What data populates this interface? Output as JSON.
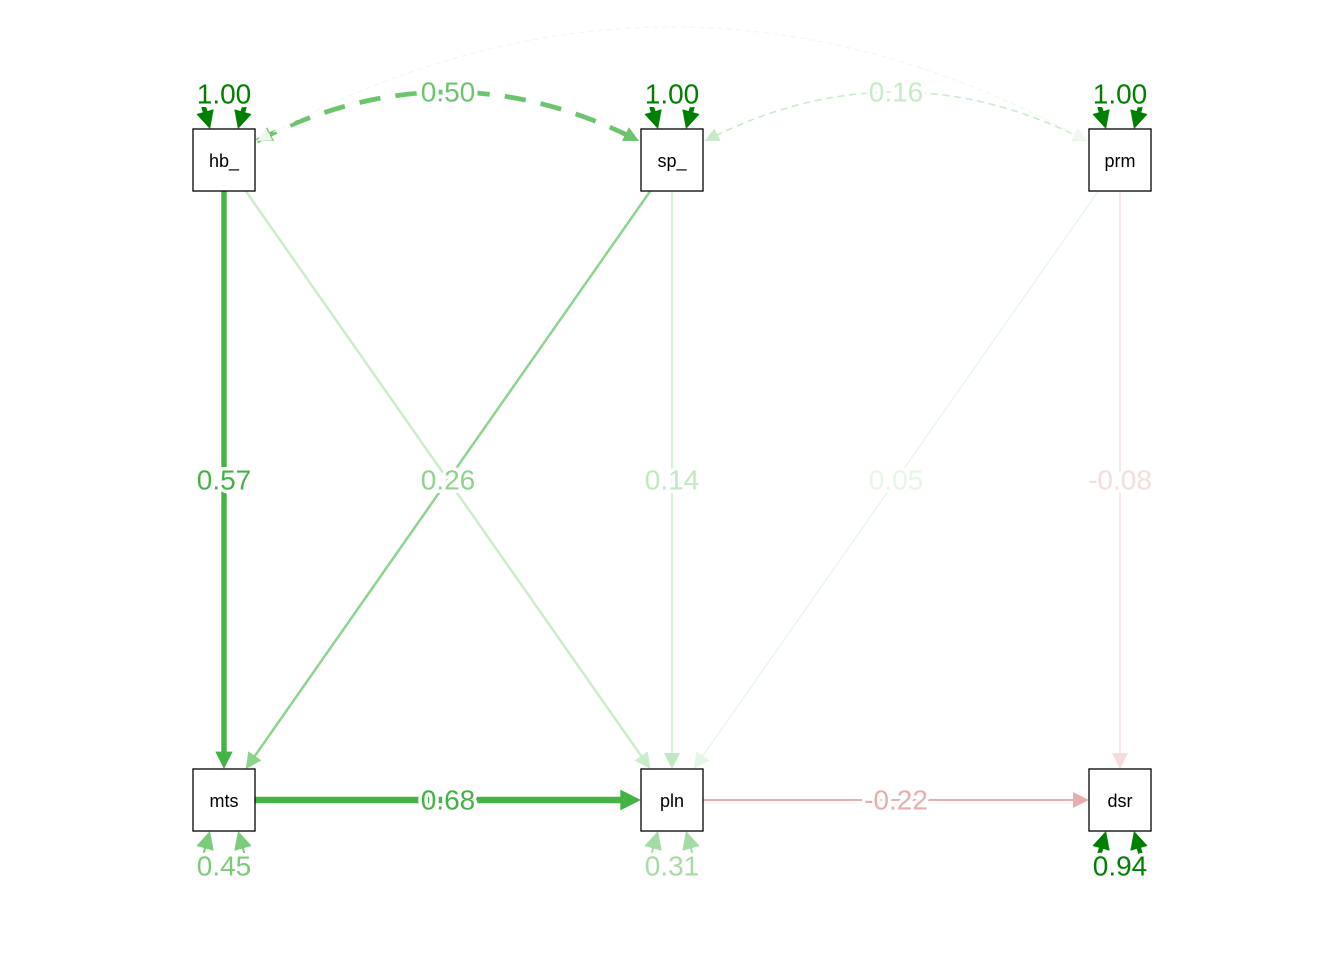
{
  "nodes": [
    {
      "id": "hb",
      "label": "hb_"
    },
    {
      "id": "sp",
      "label": "sp_"
    },
    {
      "id": "prm",
      "label": "prm"
    },
    {
      "id": "mts",
      "label": "mts"
    },
    {
      "id": "pln",
      "label": "pln"
    },
    {
      "id": "dsr",
      "label": "dsr"
    }
  ],
  "paths": [
    {
      "id": "hb-mts",
      "from": "hb",
      "to": "mts",
      "label": "0.57",
      "color": "#44b244"
    },
    {
      "id": "hb-pln",
      "from": "hb",
      "to": "pln",
      "label": "0.26",
      "color": "#c9edc9"
    },
    {
      "id": "sp-mts",
      "from": "sp",
      "to": "mts",
      "label": "0.26",
      "color": "#8cd48c"
    },
    {
      "id": "sp-pln",
      "from": "sp",
      "to": "pln",
      "label": "0.14",
      "color": "#bfe8bf"
    },
    {
      "id": "prm-pln",
      "from": "prm",
      "to": "pln",
      "label": "0.05",
      "color": "#e5f6e5"
    },
    {
      "id": "prm-dsr",
      "from": "prm",
      "to": "dsr",
      "label": "-0.08",
      "color": "#f5dcdc"
    },
    {
      "id": "mts-pln",
      "from": "mts",
      "to": "pln",
      "label": "0.68",
      "color": "#44b244"
    },
    {
      "id": "pln-dsr",
      "from": "pln",
      "to": "dsr",
      "label": "-0.22",
      "color": "#e8aeae"
    }
  ],
  "covariances": [
    {
      "id": "hb-sp",
      "from": "hb",
      "to": "sp",
      "label": "0.50",
      "color": "#6cc46c"
    },
    {
      "id": "sp-prm",
      "from": "sp",
      "to": "prm",
      "label": "0.16",
      "color": "#c6ebc6"
    },
    {
      "id": "hb-prm",
      "from": "hb",
      "to": "prm",
      "label": "",
      "color": "#eef8ee"
    }
  ],
  "variances": [
    {
      "node": "hb",
      "label": "1.00",
      "color": "#008000"
    },
    {
      "node": "sp",
      "label": "1.00",
      "color": "#008000"
    },
    {
      "node": "prm",
      "label": "1.00",
      "color": "#008000"
    },
    {
      "node": "mts",
      "label": "0.45",
      "color": "#7acc7a"
    },
    {
      "node": "pln",
      "label": "0.31",
      "color": "#a5dca5"
    },
    {
      "node": "dsr",
      "label": "0.94",
      "color": "#008000"
    }
  ]
}
